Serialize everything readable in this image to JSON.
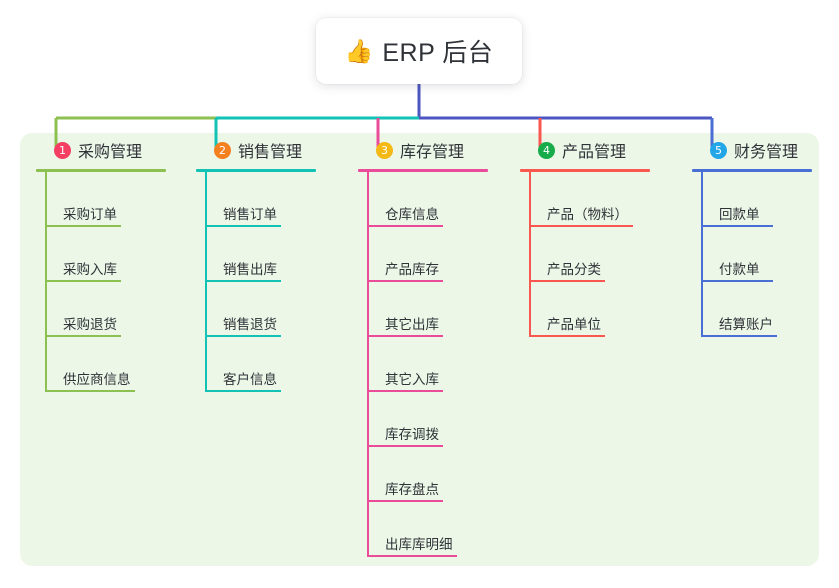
{
  "root": {
    "icon": "thumbs-up-icon",
    "emoji": "👍",
    "title": "ERP 后台"
  },
  "theme": {
    "panel_background": "#edf7e8",
    "card_background": "#ffffff",
    "text_color": "#2f3338",
    "root_connector_color": "#4c56c0"
  },
  "branches": [
    {
      "index": "1",
      "badge_color": "#f43f63",
      "line_color": "#8cc152",
      "title": "采购管理",
      "items": [
        {
          "label": "采购订单"
        },
        {
          "label": "采购入库"
        },
        {
          "label": "采购退货"
        },
        {
          "label": "供应商信息"
        }
      ]
    },
    {
      "index": "2",
      "badge_color": "#f5801f",
      "line_color": "#12c2b4",
      "title": "销售管理",
      "items": [
        {
          "label": "销售订单"
        },
        {
          "label": "销售出库"
        },
        {
          "label": "销售退货"
        },
        {
          "label": "客户信息"
        }
      ]
    },
    {
      "index": "3",
      "badge_color": "#f5b915",
      "line_color": "#ea4c9a",
      "title": "库存管理",
      "items": [
        {
          "label": "仓库信息"
        },
        {
          "label": "产品库存"
        },
        {
          "label": "其它出库"
        },
        {
          "label": "其它入库"
        },
        {
          "label": "库存调拨"
        },
        {
          "label": "库存盘点"
        },
        {
          "label": "出库库明细"
        }
      ]
    },
    {
      "index": "4",
      "badge_color": "#17ab4a",
      "line_color": "#f9574f",
      "title": "产品管理",
      "items": [
        {
          "label": "产品（物料）"
        },
        {
          "label": "产品分类"
        },
        {
          "label": "产品单位"
        }
      ]
    },
    {
      "index": "5",
      "badge_color": "#23a6e8",
      "line_color": "#4a6fd4",
      "title": "财务管理",
      "items": [
        {
          "label": "回款单"
        },
        {
          "label": "付款单"
        },
        {
          "label": "结算账户"
        }
      ]
    }
  ]
}
